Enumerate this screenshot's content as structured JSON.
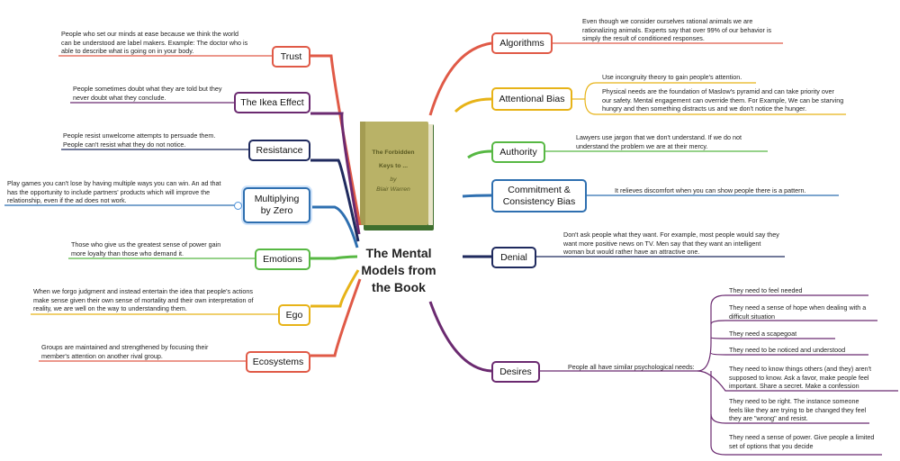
{
  "center": {
    "title_lines": [
      "The Mental",
      "Models from",
      "the Book"
    ],
    "book": {
      "title_line1": "The Forbidden",
      "title_line2": "Keys to ...",
      "by": "by",
      "author": "Blair Warren"
    }
  },
  "left_topics": [
    {
      "label": "Trust",
      "color": "#e05a47",
      "note": "People who set our minds at ease because we think the world can be understood are label makers. Example: The doctor who is able to describe what is going on in your body."
    },
    {
      "label": "The Ikea Effect",
      "color": "#6b2a70",
      "note": "People sometimes doubt what they are told but they never doubt what they conclude."
    },
    {
      "label": "Resistance",
      "color": "#1f2a5e",
      "note": "People resist unwelcome attempts to persuade them. People can't resist what they do not notice."
    },
    {
      "label": "Multiplying by Zero",
      "color": "#2e6fb0",
      "note": "Play games you can't lose by having multiple ways you can win. An ad that has the opportunity to include partners' products which will improve the relationship, even if the ad does not work."
    },
    {
      "label": "Emotions",
      "color": "#57b843",
      "note": "Those who give us the greatest sense of power gain more loyalty than those who demand it."
    },
    {
      "label": "Ego",
      "color": "#e7b318",
      "note": "When we forgo judgment and instead entertain the idea that people's actions make sense given their own sense of mortality and their own interpretation of reality, we are well on the way to understanding them."
    },
    {
      "label": "Ecosystems",
      "color": "#e05a47",
      "note": "Groups are maintained and strengthened by focusing their member's attention on another rival group."
    }
  ],
  "right_topics": [
    {
      "label": "Algorithms",
      "color": "#e05a47",
      "notes": [
        "Even though we consider ourselves rational animals we are rationalizing animals. Experts say that over 99% of our behavior is simply the result of conditioned responses."
      ]
    },
    {
      "label": "Attentional Bias",
      "color": "#e7b318",
      "notes": [
        "Use incongruity theory to gain people's attention.",
        "Physical needs are the foundation of Maslow's pyramid and can take priority over our safety. Mental engagement can override them. For Example, We can be starving hungry and then something distracts us and we don't notice the hunger."
      ]
    },
    {
      "label": "Authority",
      "color": "#57b843",
      "notes": [
        "Lawyers use jargon that we don't understand. If we do not understand the problem we are at their mercy."
      ]
    },
    {
      "label": "Commitment & Consistency Bias",
      "color": "#2e6fb0",
      "notes": [
        "It relieves discomfort when you can show people there is a pattern."
      ]
    },
    {
      "label": "Denial",
      "color": "#1f2a5e",
      "notes": [
        "Don't ask people what they want. For example, most people would say they want more positive news on TV. Men say that they want an intelligent woman but would rather have an attractive one."
      ]
    },
    {
      "label": "Desires",
      "color": "#6b2a70",
      "notes": [
        "People all have similar psychological needs:"
      ]
    }
  ],
  "desires_needs": [
    "They need to feel needed",
    "They need a sense of hope when dealing with a difficult situation",
    "They need a scapegoat",
    "They need to be noticed and understood",
    "They need to know things others (and they) aren't supposed to know. Ask a favor, make people feel important. Share a secret. Make a confession",
    "They need to be right. The instance someone feels like they are trying to be changed they feel they are \"wrong\" and resist.",
    "They need a sense of power. Give people a limited set of options that you decide"
  ]
}
